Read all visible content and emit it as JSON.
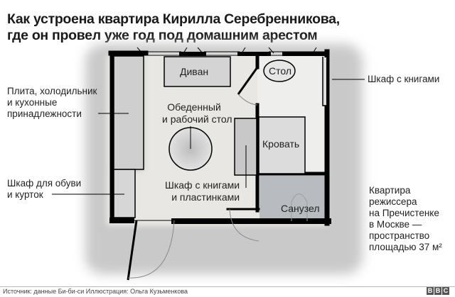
{
  "title": {
    "line1": "Как устроена квартира Кирилла Серебренникова,",
    "line2": "где он провел уже год под домашним арестом"
  },
  "plan_labels": {
    "sofa": "Диван",
    "table_small": "Стол",
    "dining_line1": "Обеденный",
    "dining_line2": "и рабочий стол",
    "bed": "Кровать",
    "bookshelf_line1": "Шкаф с книгами",
    "bookshelf_line2": "и пластинками",
    "bathroom": "Санузел"
  },
  "callouts": {
    "kitchen_line1": "Плита, холодильник",
    "kitchen_line2": "и кухонные",
    "kitchen_line3": "принадлежности",
    "shoes_line1": "Шкаф для обуви",
    "shoes_line2": "и курток",
    "bookcase_right": "Шкаф с книгами",
    "info_line1": "Квартира",
    "info_line2": "режиссера",
    "info_line3": "на Пречистенке",
    "info_line4": "в Москве —",
    "info_line5": "пространство",
    "info_line6": "площадью 37 м²"
  },
  "footer": {
    "source": "Источник: данные Би-би-си  Иллюстрация: Ольга Кузьменкова",
    "logo": [
      "B",
      "B",
      "C"
    ]
  },
  "colors": {
    "wall": "#000000",
    "floor": "#e9e8e4",
    "bathroom": "#b9bcc0",
    "furniture": "#c8c8c8"
  }
}
